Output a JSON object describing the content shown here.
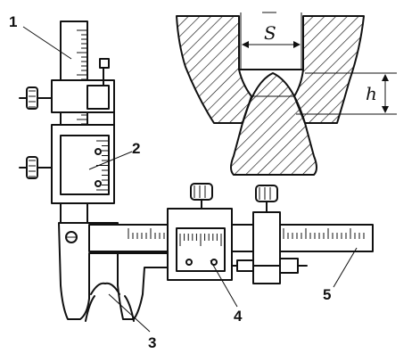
{
  "labels": {
    "l1": "1",
    "l2": "2",
    "l3": "3",
    "l4": "4",
    "l5": "5"
  },
  "dimensions": {
    "s": "S",
    "h": "h"
  },
  "colors": {
    "ink": "#111111",
    "background": "#ffffff"
  }
}
